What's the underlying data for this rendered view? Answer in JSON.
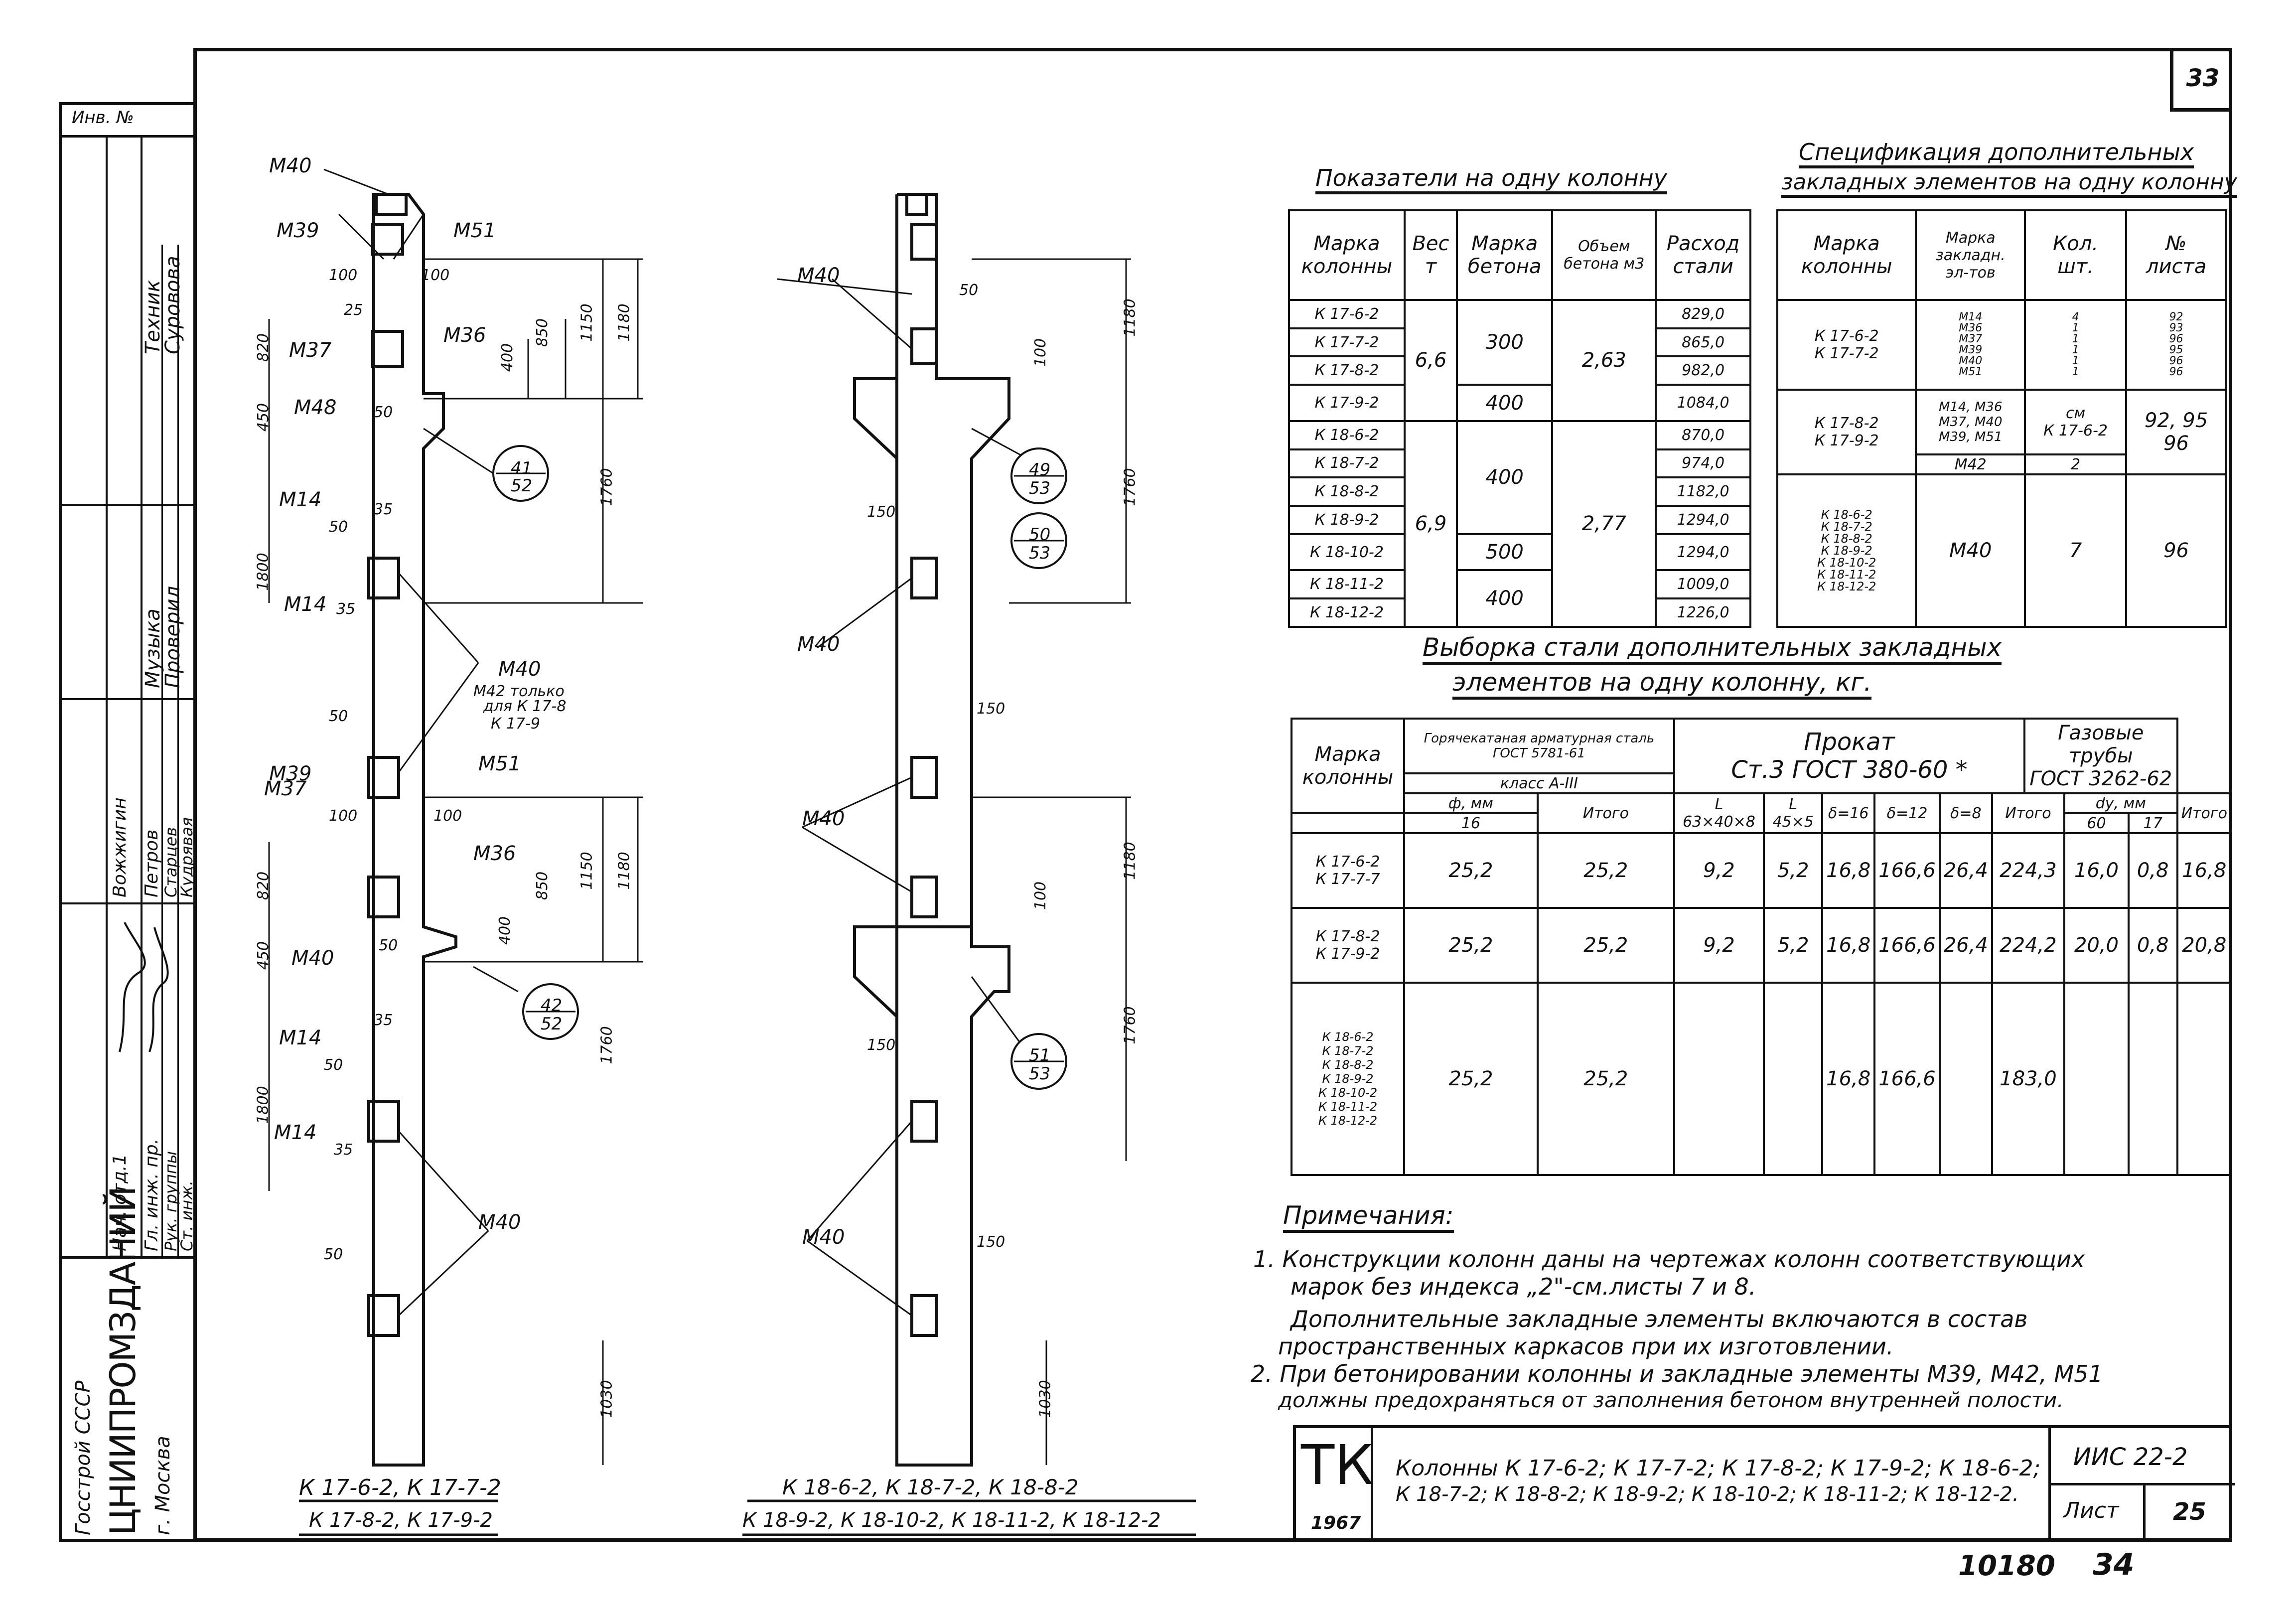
{
  "page_number": "33",
  "inv_label": "Инв. №",
  "stamp_rows": [
    {
      "role": "Нач. отд.1",
      "name": "Вожжигин"
    },
    {
      "role": "Гл. инж. пр.",
      "name": "Петров"
    },
    {
      "role": "Рук. группы",
      "name": "Старцев"
    },
    {
      "role": "Ст. инж.",
      "name": "Кудрявая"
    },
    {
      "role": "Техник",
      "name": "Музыка"
    },
    {
      "role": "Проверил",
      "name": "Суровова"
    }
  ],
  "org": {
    "line1": "Госстрой СССР",
    "line2": "ЦНИИПРОМЗДАНИЙ",
    "line3": "г. Москва"
  },
  "drawing1": {
    "caption1": "К 17-6-2,   К 17-7-2",
    "caption2": "К 17-8-2,   К 17-9-2",
    "labels": {
      "m40": "М40",
      "m39": "М39",
      "m51": "М51",
      "m37": "М37",
      "m36": "М36",
      "m48": "М48",
      "m14": "М14",
      "m42note1": "М42 только",
      "m42note2": "для К 17-8",
      "m42note3": "К 17-9",
      "d100": "100",
      "d25": "25",
      "d820": "820",
      "d450": "450",
      "d1800": "1800",
      "d50": "50",
      "d35": "35",
      "d400": "400",
      "d850": "850",
      "d1150": "1150",
      "d1180": "1180",
      "d1760": "1760",
      "d1030": "1030",
      "c41": "41",
      "c52": "52",
      "c42": "42",
      "c52b": "52"
    }
  },
  "drawing2": {
    "caption1": "К 18-6-2,  К 18-7-2,  К 18-8-2",
    "caption2": "К 18-9-2,  К 18-10-2,  К 18-11-2,  К 18-12-2",
    "labels": {
      "m40": "М40",
      "d50": "50",
      "d100": "100",
      "d1180": "1180",
      "d150": "150",
      "d1760": "1760",
      "d1030": "1030",
      "c49": "49",
      "c53": "53",
      "c50": "50",
      "c53b": "53",
      "c51": "51",
      "c53c": "53"
    }
  },
  "table1": {
    "title": "Показатели на одну колонну",
    "headers": [
      [
        "Марка",
        "колонны"
      ],
      [
        "Вес",
        "т"
      ],
      [
        "Марка",
        "бетона"
      ],
      [
        "Объем",
        "бетона м3"
      ],
      [
        "Расход",
        "стали"
      ]
    ],
    "rows": [
      [
        "К 17-6-2",
        "829,0"
      ],
      [
        "К 17-7-2",
        "865,0"
      ],
      [
        "К 17-8-2",
        "982,0"
      ],
      [
        "К 17-9-2",
        "1084,0"
      ],
      [
        "К 18-6-2",
        "870,0"
      ],
      [
        "К 18-7-2",
        "974,0"
      ],
      [
        "К 18-8-2",
        "1182,0"
      ],
      [
        "К 18-9-2",
        "1294,0"
      ],
      [
        "К 18-10-2",
        "1294,0"
      ],
      [
        "К 18-11-2",
        "1009,0"
      ],
      [
        "К 18-12-2",
        "1226,0"
      ]
    ],
    "weight": [
      "6,6",
      "6,9"
    ],
    "concrete": [
      "300",
      "400",
      "400",
      "500",
      "400"
    ],
    "volume": [
      "2,63",
      "2,77"
    ]
  },
  "table2": {
    "title1": "Спецификация дополнительных",
    "title2": "закладных элементов на одну колонну",
    "headers": [
      [
        "Марка",
        "колонны"
      ],
      [
        "Марка",
        "закладн.",
        "эл-тов"
      ],
      [
        "Кол.",
        "шт."
      ],
      [
        "№",
        "листа"
      ]
    ],
    "rows": [
      {
        "cols": [
          "К 17-6-2",
          "К 17-7-2"
        ],
        "elems": [
          "М14",
          "М36",
          "М37",
          "М39",
          "М40",
          "М51"
        ],
        "qty": [
          "4",
          "1",
          "1",
          "1",
          "1",
          "1"
        ],
        "sheets": [
          "92",
          "93",
          "96",
          "95",
          "96",
          "96"
        ]
      },
      {
        "cols": [
          "К 17-8-2",
          "К 17-9-2"
        ],
        "elems": [
          "М14, М36",
          "М37, М40",
          "М39, М51"
        ],
        "elems2": "М42",
        "qty": "см",
        "qty_b": "К 17-6-2",
        "qty2": "2",
        "sheets": "92, 95",
        "sheets2": "96"
      },
      {
        "cols": [
          "К 18-6-2",
          "К 18-7-2",
          "К 18-8-2",
          "К 18-9-2",
          "К 18-10-2",
          "К 18-11-2",
          "К 18-12-2"
        ],
        "elems": "М40",
        "qty": "7",
        "sheets": "96"
      }
    ]
  },
  "table3": {
    "title1": "Выборка стали дополнительных закладных",
    "title2": "элементов на одну колонну, кг.",
    "h_mark": "Марка колонны",
    "h_rebar": "Горячекатаная арматурная сталь ГОСТ 5781-61",
    "h_class": "класс А-III",
    "h_phi": "ф, мм",
    "h_16": "16",
    "h_itogo": "Итого",
    "h_prokat1": "Прокат",
    "h_prokat2": "Ст.3 ГОСТ 380-60 *",
    "h_L1": "L 63×40×8",
    "h_L2": "L 45×5",
    "h_d16": "δ=16",
    "h_d12": "δ=12",
    "h_d8": "δ=8",
    "h_itogo2": "Итого",
    "h_gas1": "Газовые трубы",
    "h_gas2": "ГОСТ 3262-62",
    "h_dy": "dу, мм",
    "h_60": "60",
    "h_17": "17",
    "h_itogo3": "Итого",
    "rows": [
      {
        "marks": [
          "К 17-6-2",
          "К 17-7-7"
        ],
        "vals": [
          "25,2",
          "25,2",
          "9,2",
          "5,2",
          "16,8",
          "166,6",
          "26,4",
          "224,3",
          "16,0",
          "0,8",
          "16,8"
        ]
      },
      {
        "marks": [
          "К 17-8-2",
          "К 17-9-2"
        ],
        "vals": [
          "25,2",
          "25,2",
          "9,2",
          "5,2",
          "16,8",
          "166,6",
          "26,4",
          "224,2",
          "20,0",
          "0,8",
          "20,8"
        ]
      },
      {
        "marks": [
          "К 18-6-2",
          "К 18-7-2",
          "К 18-8-2",
          "К 18-9-2",
          "К 18-10-2",
          "К 18-11-2",
          "К 18-12-2"
        ],
        "vals": [
          "25,2",
          "25,2",
          "",
          "",
          "16,8",
          "166,6",
          "",
          "183,0",
          "",
          "",
          ""
        ]
      }
    ]
  },
  "notes": {
    "title": "Примечания:",
    "n1a": "1. Конструкции колонн даны на чертежах колонн соответствующих",
    "n1b": "марок без индекса „2\"-см.листы 7 и 8.",
    "n1c": "Дополнительные закладные элементы включаются в состав",
    "n1d": "пространственных каркасов при их изготовлении.",
    "n2a": "2. При бетонировании колонны и закладные элементы М39, М42, М51",
    "n2b": "должны предохраняться от заполнения бетоном внутренней полости."
  },
  "titleblock": {
    "tk": "ТК",
    "year": "1967",
    "desc1": "Колонны  К 17-6-2; К 17-7-2; К 17-8-2; К 17-9-2; К 18-6-2;",
    "desc2": "К 18-7-2; К 18-8-2; К 18-9-2; К 18-10-2; К 18-11-2; К 18-12-2.",
    "series": "ИИС 22-2",
    "sheet_label": "Лист",
    "sheet_no": "25"
  },
  "footer": {
    "code": "10180",
    "num": "34"
  }
}
